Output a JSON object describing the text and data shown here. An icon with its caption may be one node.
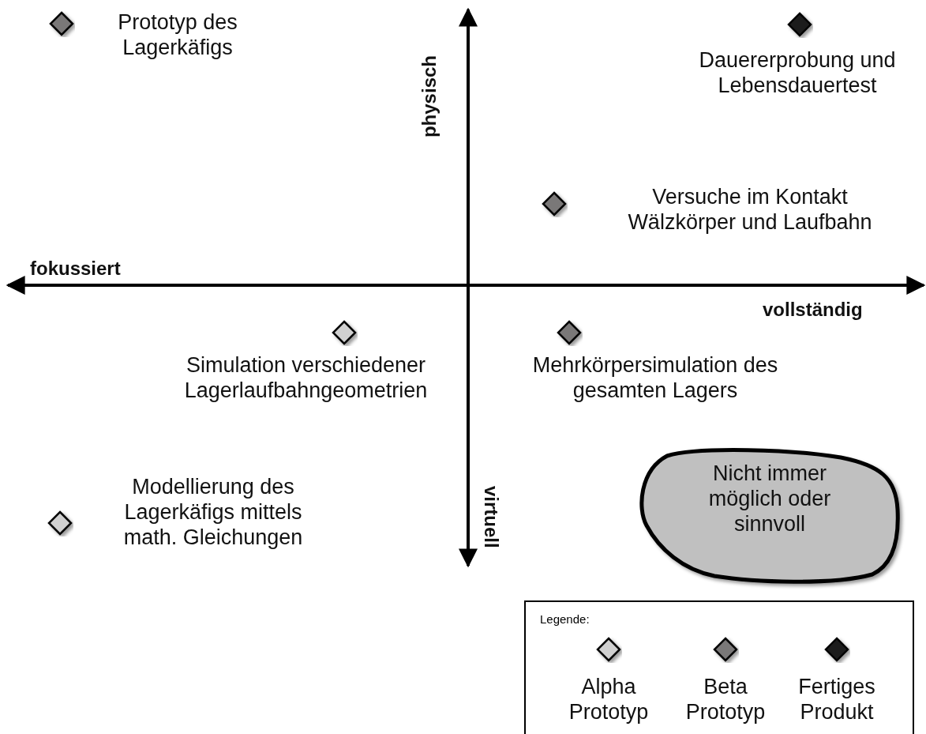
{
  "diagram": {
    "nodes": [
      {
        "text": [],
        "shape": "diamond",
        "beside": [
          "Prototyp des Lagerkäfigs"
        ]
      },
      {
        "text": [],
        "shape": "diamond",
        "beside": [
          "Dauererprobung und Lebensdauertest"
        ]
      },
      {
        "text": [],
        "shape": "diamond",
        "beside": [
          "Versuche im Kontakt Wälzkörper und Laufbahn"
        ]
      },
      {
        "text": [],
        "shape": "diamond",
        "beside": [
          "Simulation verschiedener Lagerlaufbahngeometrien"
        ]
      },
      {
        "text": [],
        "shape": "diamond",
        "beside": [
          "Mehrkörpersimulation des gesamten Lagers"
        ]
      },
      {
        "text": [],
        "shape": "diamond",
        "beside": [
          "Modellierung des Lagerkäfigs mittels math. Gleichungen"
        ]
      },
      {
        "text": [
          "Nicht immer möglich oder sinnvoll"
        ]
      }
    ],
    "edges": [],
    "labels": [
      "physisch",
      "fokussiert",
      "vollständig",
      "virtuell",
      "Legende:"
    ],
    "legend": [
      {
        "text": "Alpha Prototyp",
        "color": "#d0d0d0"
      },
      {
        "text": "Beta Prototyp",
        "color": "#7a7878"
      },
      {
        "text": "Fertiges Produkt",
        "color": "#1e1e1e"
      }
    ]
  }
}
